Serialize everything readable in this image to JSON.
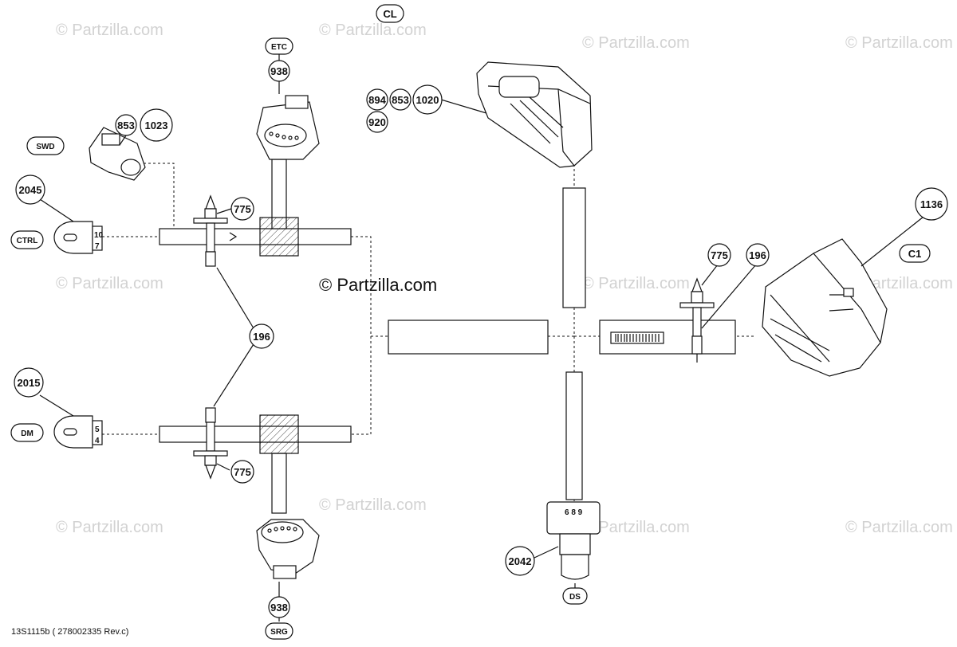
{
  "watermark": "© Partzilla.com",
  "center_watermark": "© Partzilla.com",
  "footer": "13S1115b   ( 278002335 Rev.c)",
  "labels": {
    "cl": "CL",
    "etc": "ETC",
    "swd": "SWD",
    "ctrl": "CTRL",
    "dm": "DM",
    "srg": "SRG",
    "c1": "C1",
    "ds": "DS"
  },
  "callouts": {
    "p938_top": "938",
    "p853_left": "853",
    "p1023": "1023",
    "p2045": "2045",
    "p775_top": "775",
    "p196_mid": "196",
    "p2015": "2015",
    "p775_bottom": "775",
    "p938_bottom": "938",
    "p894": "894",
    "p853_right": "853",
    "p1020": "1020",
    "p920": "920",
    "p1136": "1136",
    "p775_right": "775",
    "p196_right": "196",
    "p2042": "2042"
  },
  "connector_text": {
    "ctrl_pins_a": "10",
    "ctrl_pins_b": "7",
    "dm_pins_a": "5",
    "dm_pins_b": "4",
    "ds_pins": "6 8 9"
  }
}
